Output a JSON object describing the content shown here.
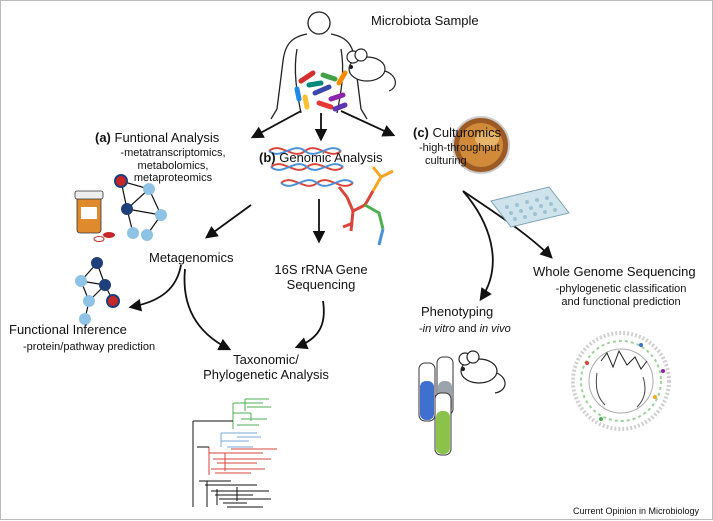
{
  "sample": {
    "title": "Microbiota Sample"
  },
  "functional": {
    "letter": "(a)",
    "title": "Funtional Analysis",
    "lines": [
      "-metatranscriptomics,",
      "metabolomics,",
      "metaproteomics"
    ]
  },
  "genomic": {
    "letter": "(b)",
    "title": "Genomic Analysis"
  },
  "culturomics": {
    "letter": "(c)",
    "title": "Culturomics",
    "lines": [
      "-high-throughput",
      "culturing"
    ]
  },
  "metagenomics": {
    "title": "Metagenomics"
  },
  "rrna": {
    "lines": [
      "16S rRNA Gene",
      "Sequencing"
    ]
  },
  "inference": {
    "title": "Functional Inference",
    "sub": "-protein/pathway prediction"
  },
  "taxonomic": {
    "lines": [
      "Taxonomic/",
      "Phylogenetic Analysis"
    ]
  },
  "phenotyping": {
    "title": "Phenotyping",
    "sub_a": "in vitro",
    "sub_b": "and",
    "sub_c": "in vivo"
  },
  "wgs": {
    "title": "Whole Genome Sequencing",
    "lines": [
      "-phylogenetic classification",
      "and functional prediction"
    ]
  },
  "credit": "Current Opinion in Microbiology",
  "colors": {
    "arrow": "#111111",
    "network_dark": "#1f3f7a",
    "network_light": "#8ec3e6",
    "network_red": "#c62828",
    "tree_green": "#4caf50",
    "tree_blue": "#7aa7d8",
    "tree_red": "#d9453a",
    "tube_blue": "#3f6fcf",
    "tube_green": "#8bc34a",
    "petri": "#d08a3a"
  }
}
